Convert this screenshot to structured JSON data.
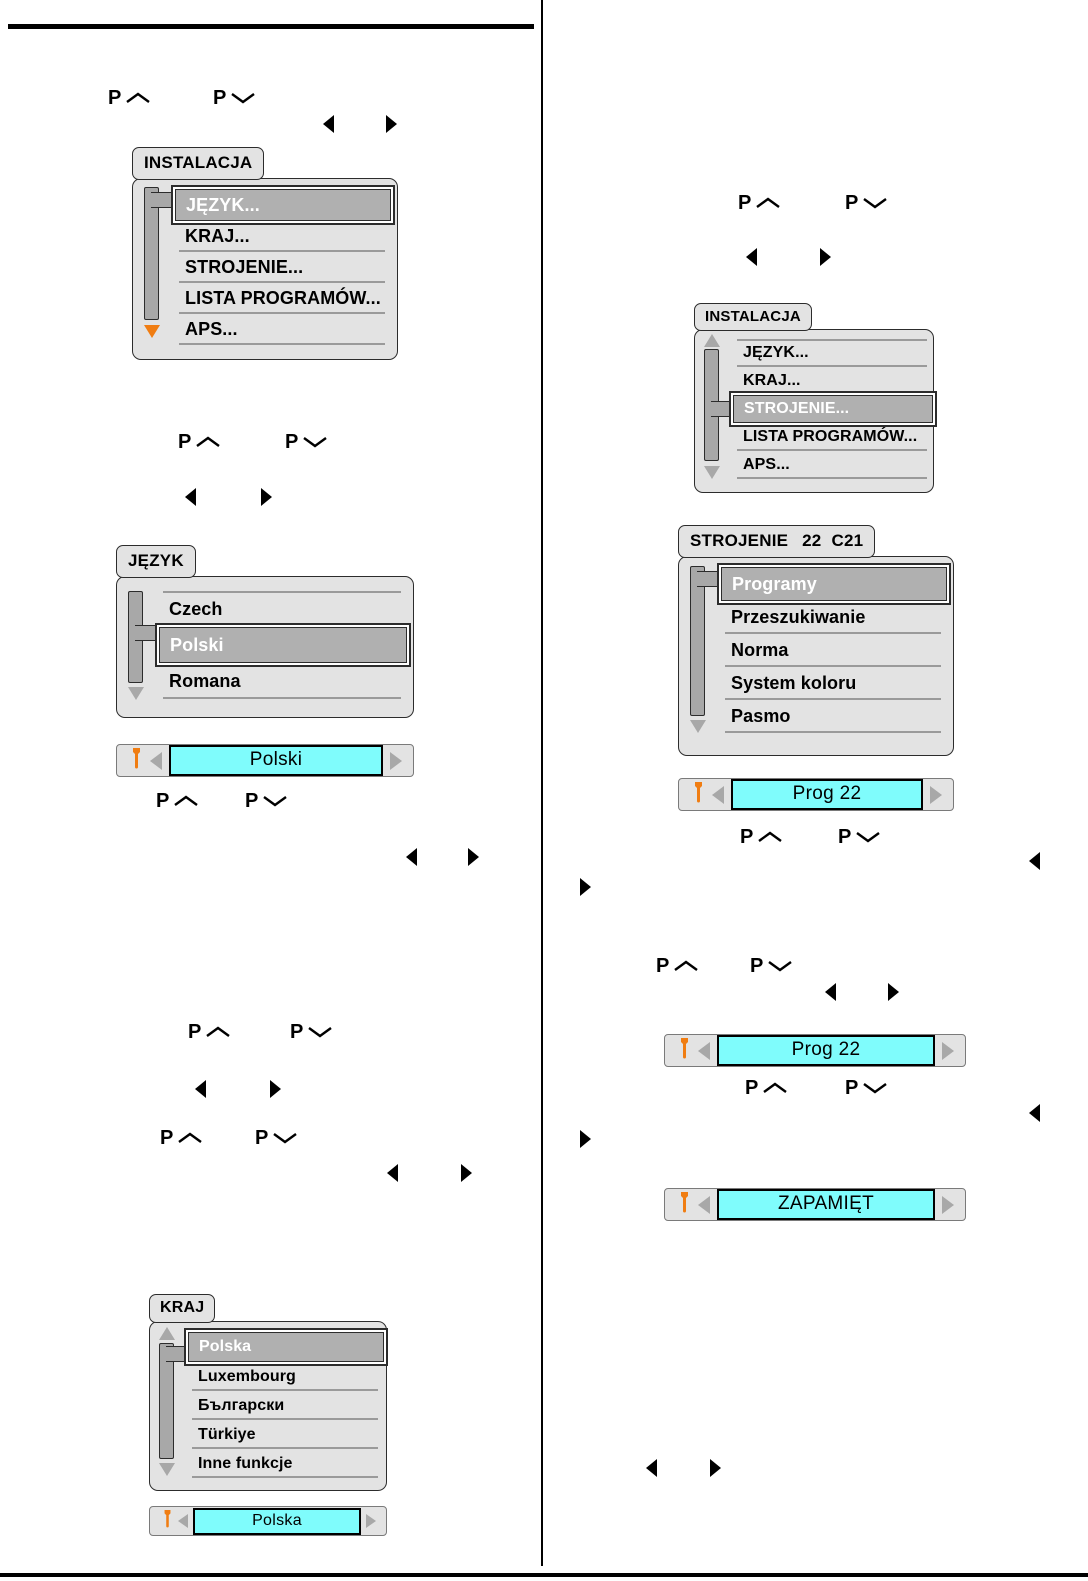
{
  "page": {
    "language": "Polish",
    "colors": {
      "panel_bg": "#e3e3e3",
      "highlight_row": "#b0b0b0",
      "cyan_field": "#7ffcfc",
      "orange_marker": "#f07d12",
      "scroll_gray": "#a8a8a8",
      "outline": "#2c2c2c"
    }
  },
  "keys": {
    "p_up_label": "P",
    "p_down_label": "P",
    "p_up_icon": "chevron-up-icon",
    "p_down_icon": "chevron-down-icon",
    "left_icon": "triangle-left-icon",
    "right_icon": "triangle-right-icon",
    "wrench_icon": "wrench-icon"
  },
  "left_column": {
    "menu_instalacja": {
      "title": "INSTALACJA",
      "items": [
        {
          "label": "JĘZYK...",
          "selected": true
        },
        {
          "label": "KRAJ...",
          "selected": false
        },
        {
          "label": "STROJENIE...",
          "selected": false
        },
        {
          "label": "LISTA PROGRAMÓW...",
          "selected": false
        },
        {
          "label": "APS...",
          "selected": false
        }
      ],
      "scroll_down_marker": "orange",
      "scroll_up_marker": "none"
    },
    "menu_jezyk": {
      "title": "JĘZYK",
      "items": [
        {
          "label": "Czech",
          "selected": false
        },
        {
          "label": "Polski",
          "selected": true
        },
        {
          "label": "Romana",
          "selected": false
        }
      ],
      "scroll_down_marker": "gray",
      "scroll_up_marker": "none",
      "value_bar": {
        "value": "Polski"
      }
    },
    "menu_kraj": {
      "title": "KRAJ",
      "items": [
        {
          "label": "Polska",
          "selected": true
        },
        {
          "label": "Luxembourg",
          "selected": false
        },
        {
          "label": "Български",
          "selected": false
        },
        {
          "label": "Türkiye",
          "selected": false
        },
        {
          "label": "Inne funkcje",
          "selected": false
        }
      ],
      "scroll_down_marker": "gray",
      "scroll_up_marker": "gray",
      "value_bar": {
        "value": "Polska"
      }
    }
  },
  "right_column": {
    "menu_instalacja": {
      "title": "INSTALACJA",
      "items": [
        {
          "label": "JĘZYK...",
          "selected": false
        },
        {
          "label": "KRAJ...",
          "selected": false
        },
        {
          "label": "STROJENIE...",
          "selected": true
        },
        {
          "label": "LISTA PROGRAMÓW...",
          "selected": false
        },
        {
          "label": "APS...",
          "selected": false
        }
      ],
      "scroll_down_marker": "gray",
      "scroll_up_marker": "gray"
    },
    "menu_strojenie": {
      "title": "STROJENIE",
      "title_number": "22",
      "title_channel": "C21",
      "items": [
        {
          "label": "Programy",
          "selected": true
        },
        {
          "label": "Przeszukiwanie",
          "selected": false
        },
        {
          "label": "Norma",
          "selected": false
        },
        {
          "label": "System koloru",
          "selected": false
        },
        {
          "label": "Pasmo",
          "selected": false
        }
      ],
      "scroll_down_marker": "gray",
      "scroll_up_marker": "none",
      "value_bar": {
        "value": "Prog  22"
      }
    },
    "value_bar_prog": {
      "value": "Prog  22"
    },
    "value_bar_zapamiet": {
      "value": "ZAPAMIĘT"
    }
  }
}
